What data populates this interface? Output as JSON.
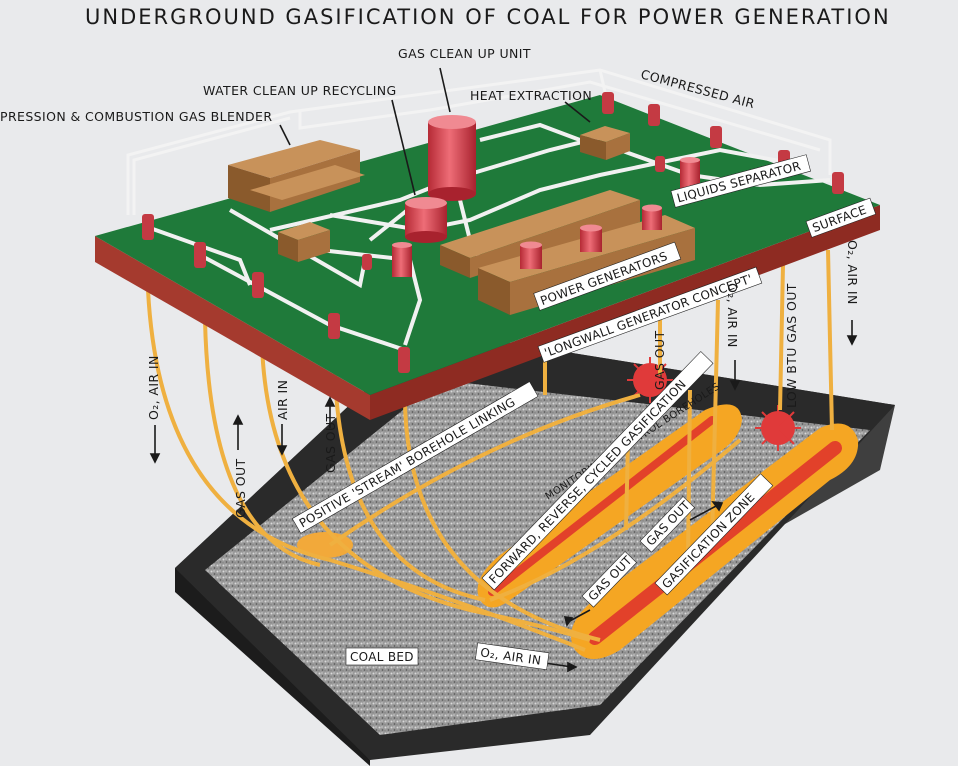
{
  "title": "UNDERGROUND GASIFICATION OF COAL FOR POWER GENERATION",
  "labels": {
    "gas_clean_up_unit": "GAS CLEAN UP UNIT",
    "water_clean_up": "WATER CLEAN UP RECYCLING",
    "heat_extraction": "HEAT EXTRACTION",
    "compressed_air": "COMPRESSED AIR",
    "gas_blender": "PRESSION & COMBUSTION GAS BLENDER",
    "liquids_separator": "LIQUIDS SEPARATOR",
    "surface": "SURFACE",
    "power_generators": "POWER GENERATORS",
    "longwall": "'LONGWALL GENERATOR CONCEPT'",
    "o2_air_in_right": "O₂, AIR IN",
    "o2_air_in_mid": "O₂, AIR IN",
    "o2_air_in_left": "O₂, AIR IN",
    "o2_air_in_bottom": "O₂, AIR IN",
    "low_btu_gas_out": "LOW BTU GAS OUT",
    "gas_out_top": "GAS OUT",
    "gas_out_left": "GAS OUT",
    "air_in_left": "AIR IN",
    "gas_out_left2": "GAS OUT",
    "positive_stream": "POSITIVE 'STREAM' BOREHOLE LINKING",
    "monitoring": "MONITORING & CONTROL BOREHOLES",
    "forward_reverse": "FORWARD, REVERSE, CYCLED GASIFICATION",
    "gas_out_a": "GAS OUT",
    "gas_out_b": "GAS OUT",
    "gasification_zone": "GASIFICATION ZONE",
    "coal_bed": "COAL BED"
  },
  "colors": {
    "surface_green": "#1f7a3a",
    "surface_edge": "#a53a2e",
    "pipe": "#f1f1f1",
    "tank_red": "#d9404e",
    "building_brown": "#9b6a38",
    "coal_gray": "#8e8e8e",
    "fire_orange": "#f5a623",
    "fire_red": "#e2412a",
    "borehole": "#efb040"
  }
}
